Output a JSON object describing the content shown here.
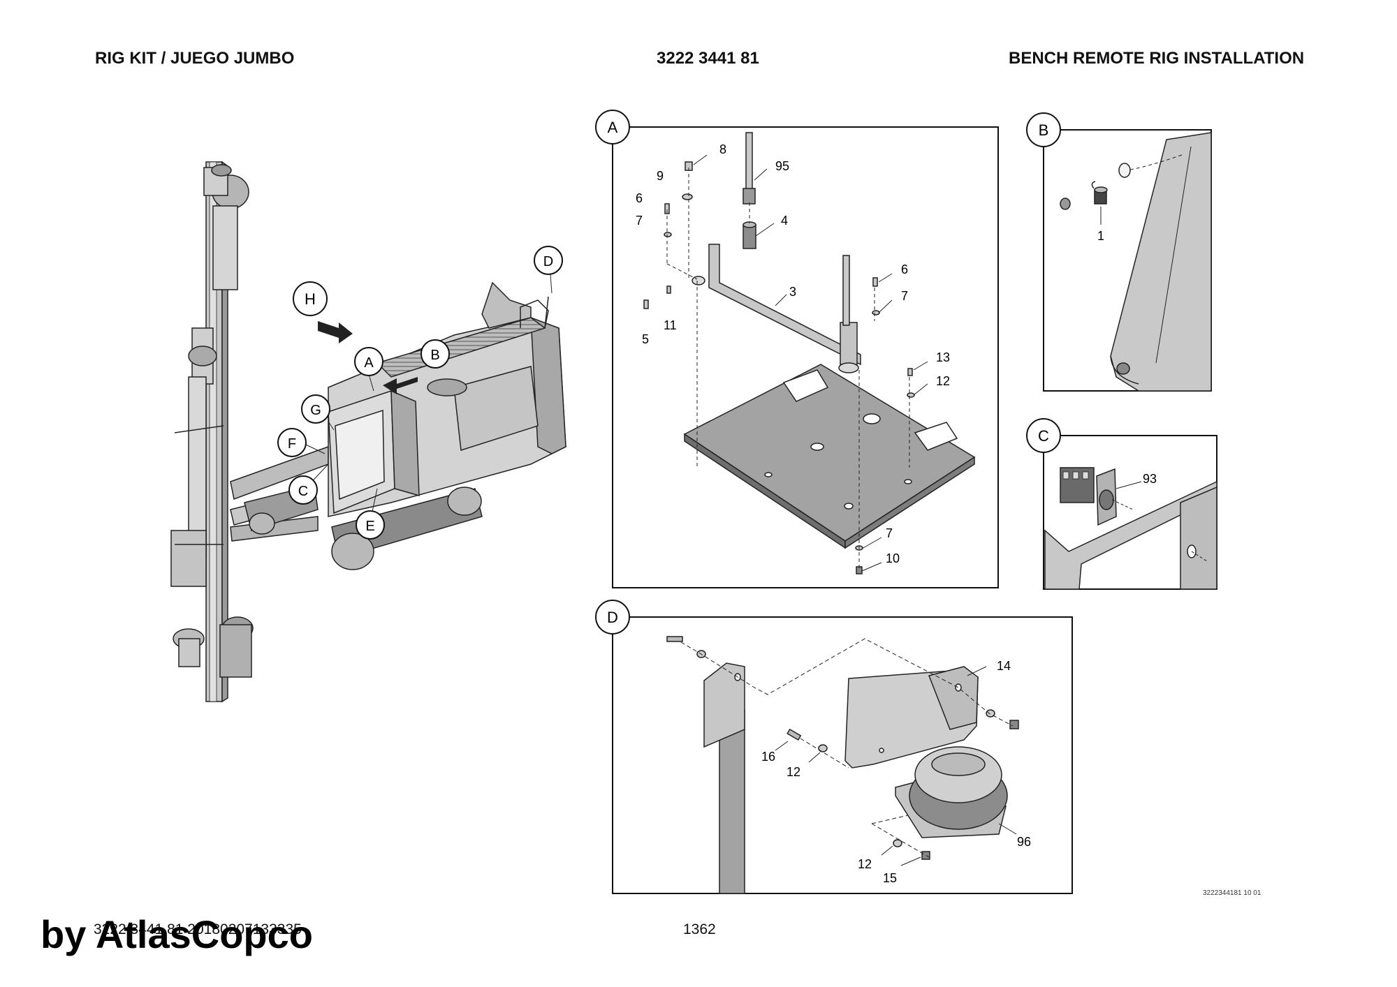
{
  "header": {
    "left": "RIG KIT / JUEGO JUMBO",
    "center": "3222 3441 81",
    "right": "BENCH REMOTE RIG INSTALLATION"
  },
  "overview_callouts": [
    "H",
    "A",
    "B",
    "D",
    "G",
    "F",
    "C",
    "E"
  ],
  "panels": {
    "A": {
      "label": "A",
      "part_numbers": [
        "8",
        "95",
        "9",
        "6",
        "7",
        "4",
        "3",
        "5",
        "11",
        "6",
        "7",
        "13",
        "12",
        "7",
        "10"
      ]
    },
    "B": {
      "label": "B",
      "part_numbers": [
        "1"
      ]
    },
    "C": {
      "label": "C",
      "part_numbers": [
        "93"
      ]
    },
    "D": {
      "label": "D",
      "part_numbers": [
        "14",
        "16",
        "12",
        "96",
        "12",
        "15"
      ]
    }
  },
  "footer": {
    "code": "3222 3441 81 20180207133335",
    "page": "1362",
    "watermark": "by AtlasCopco",
    "ref_code": "3222344181 10 01"
  },
  "colors": {
    "line": "#111111",
    "fill_light": "#cfcfcf",
    "fill_mid": "#a9a9a9",
    "fill_dark": "#6e6e6e"
  }
}
